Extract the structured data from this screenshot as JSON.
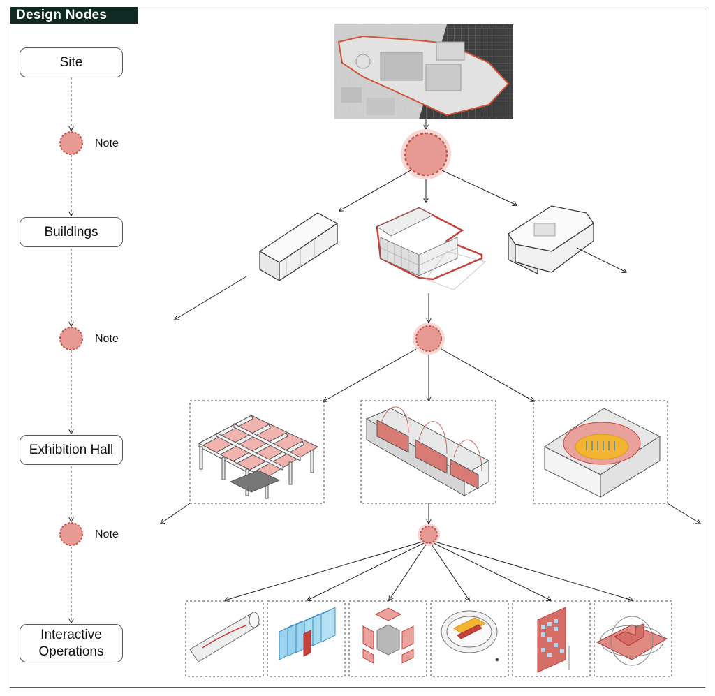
{
  "title": "Design Nodes",
  "stages": {
    "site": "Site",
    "buildings": "Buildings",
    "exhibition_hall": "Exhibition Hall",
    "interactive_operations": "Interactive Operations"
  },
  "notes": {
    "note1": "Note",
    "note2": "Note",
    "note3": "Note"
  },
  "colors": {
    "node_fill": "#e79a93",
    "node_dash": "#c2544c",
    "accent_red": "#c8423c",
    "title_bg": "#0f2a22"
  }
}
